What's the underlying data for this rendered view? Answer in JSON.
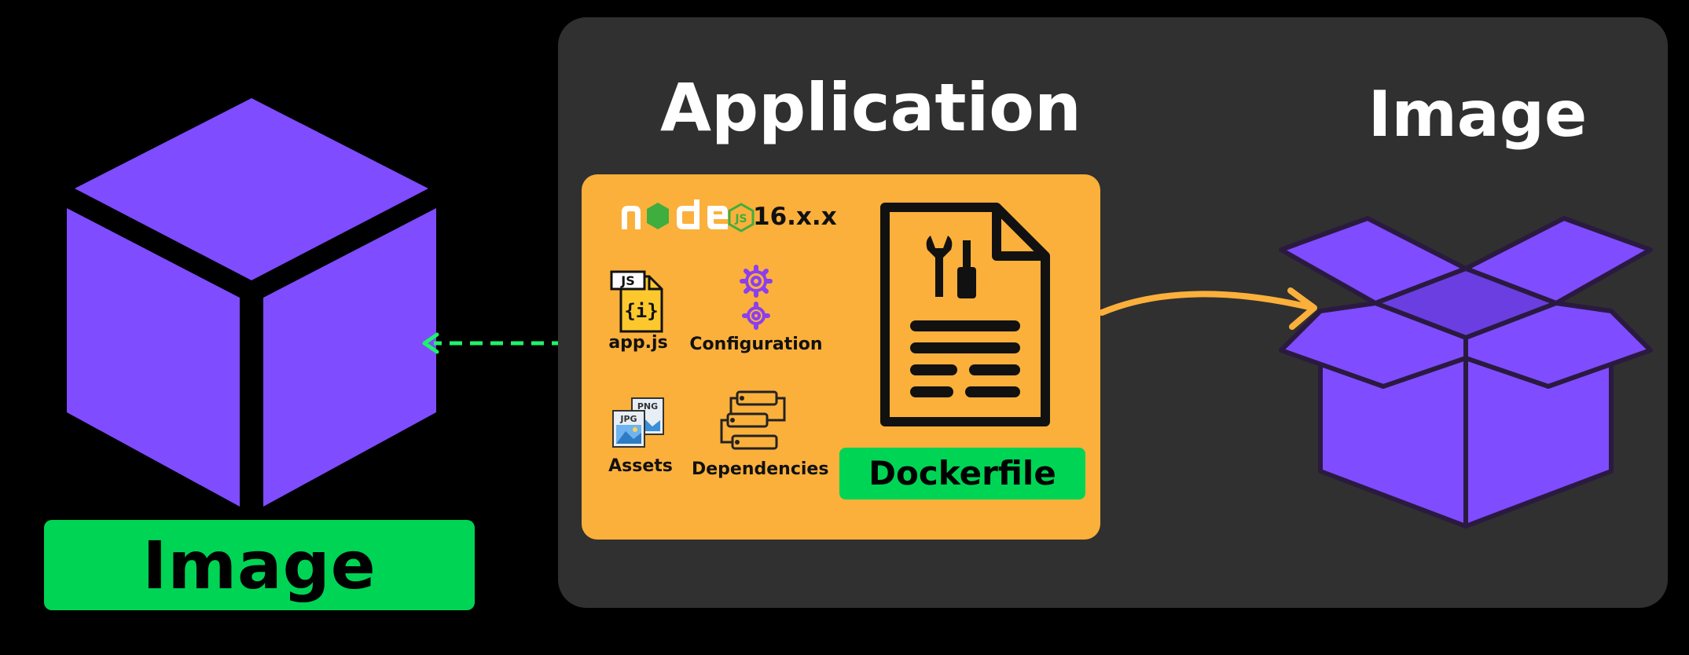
{
  "left": {
    "label": "Image"
  },
  "panel": {
    "application_title": "Application",
    "image_title": "Image"
  },
  "app_box": {
    "runtime_version": "16.x.x",
    "items": [
      {
        "label": "app.js"
      },
      {
        "label": "Configuration"
      },
      {
        "label": "Assets"
      },
      {
        "label": "Dependencies"
      }
    ],
    "dockerfile_label": "Dockerfile"
  },
  "colors": {
    "background": "#000000",
    "panel": "#303030",
    "purple": "#7f4cff",
    "green": "#00d455",
    "orange": "#fbb03b",
    "arrow_orange": "#fbb03b",
    "dashed_green": "#1ef36a"
  },
  "icons": [
    "cube-icon",
    "node-logo-icon",
    "js-file-icon",
    "gear-icon",
    "image-files-icon",
    "dependency-tree-icon",
    "document-tools-icon",
    "open-box-icon"
  ]
}
